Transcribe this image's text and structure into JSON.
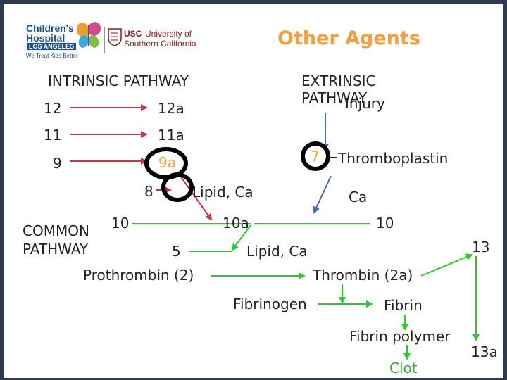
{
  "logo": {
    "chla_line1": "Children's",
    "chla_line2": "Hospital",
    "chla_line3": "LOS ANGELES",
    "tagline": "We Treat Kids Better",
    "usc_mark": "USC",
    "usc_line1": "University of",
    "usc_line2": "Southern California"
  },
  "title": "Other Agents",
  "labels": {
    "intrinsic": "INTRINSIC PATHWAY",
    "extrinsic_1": "EXTRINSIC",
    "extrinsic_2": "PATHWAY",
    "injury": "Injury",
    "f12": "12",
    "f12a": "12a",
    "f11": "11",
    "f11a": "11a",
    "f9": "9",
    "f9a": "9a",
    "f8": "8",
    "lipid_ca_1": "Lipid, Ca",
    "f7": "7",
    "thromboplastin": "Thromboplastin",
    "ca": "Ca",
    "common_1": "COMMON",
    "common_2": "PATHWAY",
    "f10_left": "10",
    "f10a": "10a",
    "f10_right": "10",
    "f5": "5",
    "lipid_ca_2": "Lipid, Ca",
    "f13": "13",
    "prothrombin": "Prothrombin (2)",
    "thrombin": "Thrombin (2a)",
    "fibrinogen": "Fibrinogen",
    "fibrin": "Fibrin",
    "fibrin_polymer": "Fibrin polymer",
    "f13a": "13a",
    "clot": "Clot"
  },
  "colors": {
    "title": "#f0a040",
    "intrinsic_arrow": "#c0394a",
    "extrinsic_arrow": "#4a6aa8",
    "common_arrow": "#2fc82f",
    "circle": "#000000",
    "frame": "#2e3a4f"
  }
}
